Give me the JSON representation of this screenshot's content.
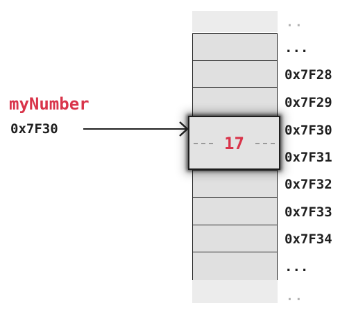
{
  "variable": {
    "name": "myNumber",
    "address": "0x7F30",
    "value": "17"
  },
  "memory": {
    "top_fade": "..",
    "bottom_fade": "..",
    "address_labels": [
      "...",
      "0x7F28",
      "0x7F29",
      "0x7F30",
      "0x7F31",
      "0x7F32",
      "0x7F33",
      "0x7F34",
      "..."
    ]
  },
  "colors": {
    "accent": "#d9344a",
    "cell_fill": "#e0e0e0",
    "border": "#2a2a2a",
    "faded": "#ececec"
  }
}
